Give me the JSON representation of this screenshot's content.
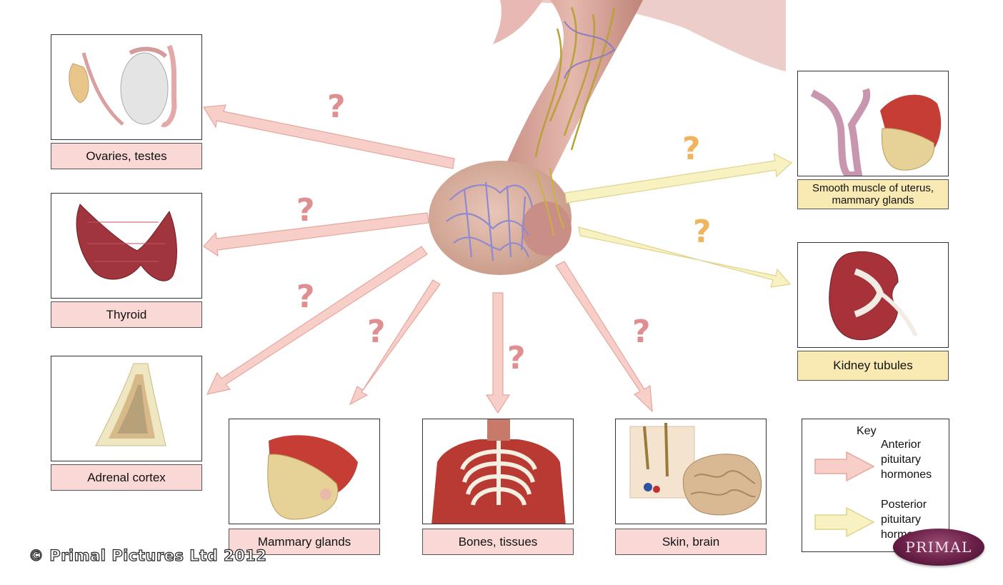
{
  "targets": {
    "ovaries_testes": "Ovaries, testes",
    "thyroid": "Thyroid",
    "adrenal_cortex": "Adrenal cortex",
    "mammary_glands": "Mammary glands",
    "bones_tissues": "Bones, tissues",
    "skin_brain": "Skin, brain",
    "uterus_mammary": "Smooth muscle of uterus, mammary glands",
    "kidney_tubules": "Kidney tubules"
  },
  "question_mark": "?",
  "key": {
    "title": "Key",
    "anterior": "Anterior pituitary hormones",
    "posterior": "Posterior pituitary hormones"
  },
  "copyright": "© Primal Pictures Ltd 2012",
  "logo": "PRIMAL",
  "colors": {
    "anterior_arrow": "#f7cfc8",
    "posterior_arrow": "#f8f1c2",
    "anterior_qmark": "#e08f90",
    "posterior_qmark": "#f0b45e"
  }
}
